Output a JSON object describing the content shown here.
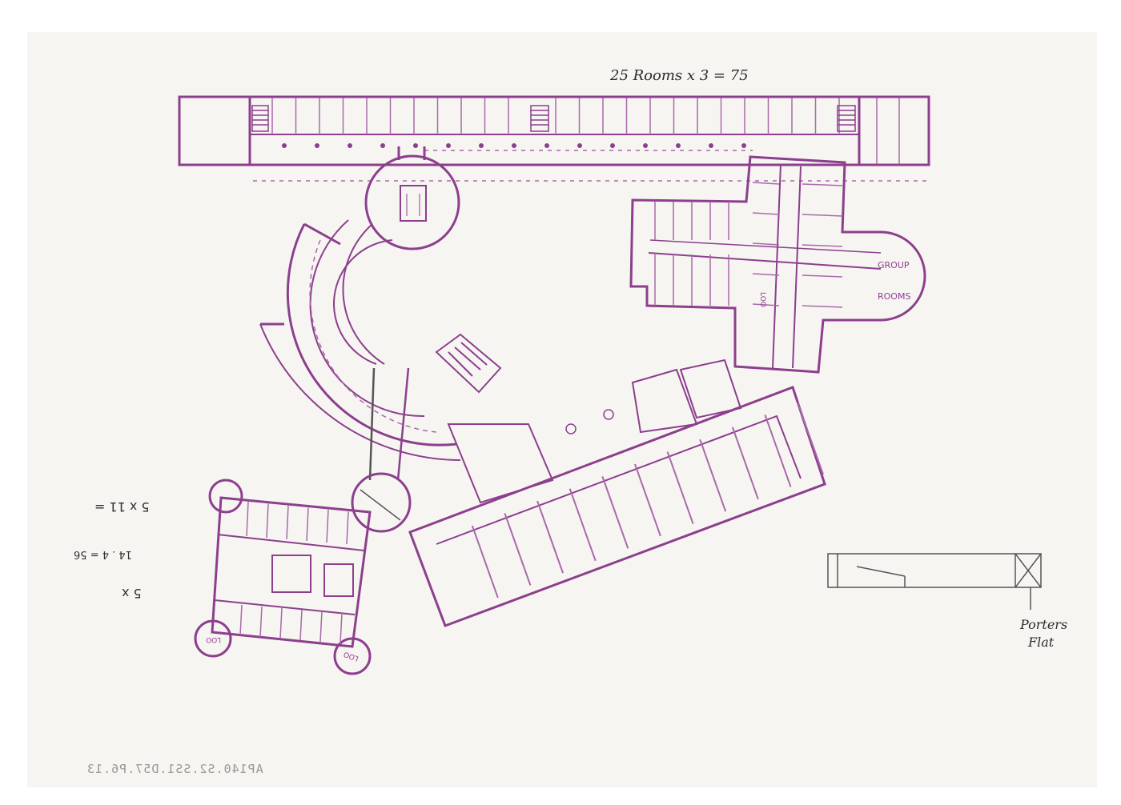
{
  "notes": {
    "top_count": "25 Rooms x 3 = 75",
    "group_rooms": [
      "GROUP",
      "ROOMS"
    ],
    "loo": "LOO",
    "porters_flat": [
      "Porters",
      "Flat"
    ],
    "left_calc_1": "5 x 11 =",
    "left_calc_2": "14 . 4 = 56",
    "left_calc_3": "5 x"
  },
  "catalog_number": "AP140.S2.SS1.D57.P6.13",
  "colors": {
    "paper": "#f7f5f2",
    "ink_purple": "#8c3f8d",
    "pencil": "#555555"
  }
}
